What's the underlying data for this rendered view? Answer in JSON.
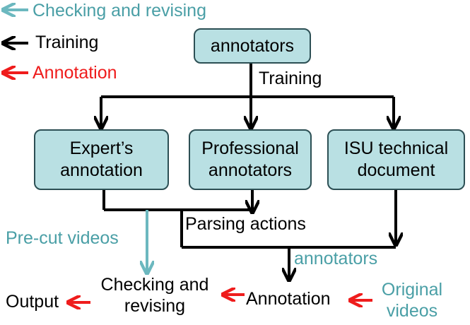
{
  "legend": {
    "checking": "Checking and revising",
    "training": "Training",
    "annotation": "Annotation"
  },
  "boxes": {
    "annotators": "annotators",
    "expert": "Expert’s\nannotation",
    "professional": "Professional\nannotators",
    "isu": "ISU  technical\ndocument"
  },
  "labels": {
    "training": "Training",
    "parsing_actions": "Parsing actions",
    "pre_cut_videos": "Pre-cut videos",
    "annotators": "annotators",
    "checking_revising": "Checking and\nrevising",
    "annotation": "Annotation",
    "output": "Output",
    "original_videos": "Original\nvideos"
  },
  "colors": {
    "checking": "#6cb8bf",
    "training": "#000000",
    "annotation": "#ef1c1c",
    "box_fill": "#b9e0e3"
  }
}
